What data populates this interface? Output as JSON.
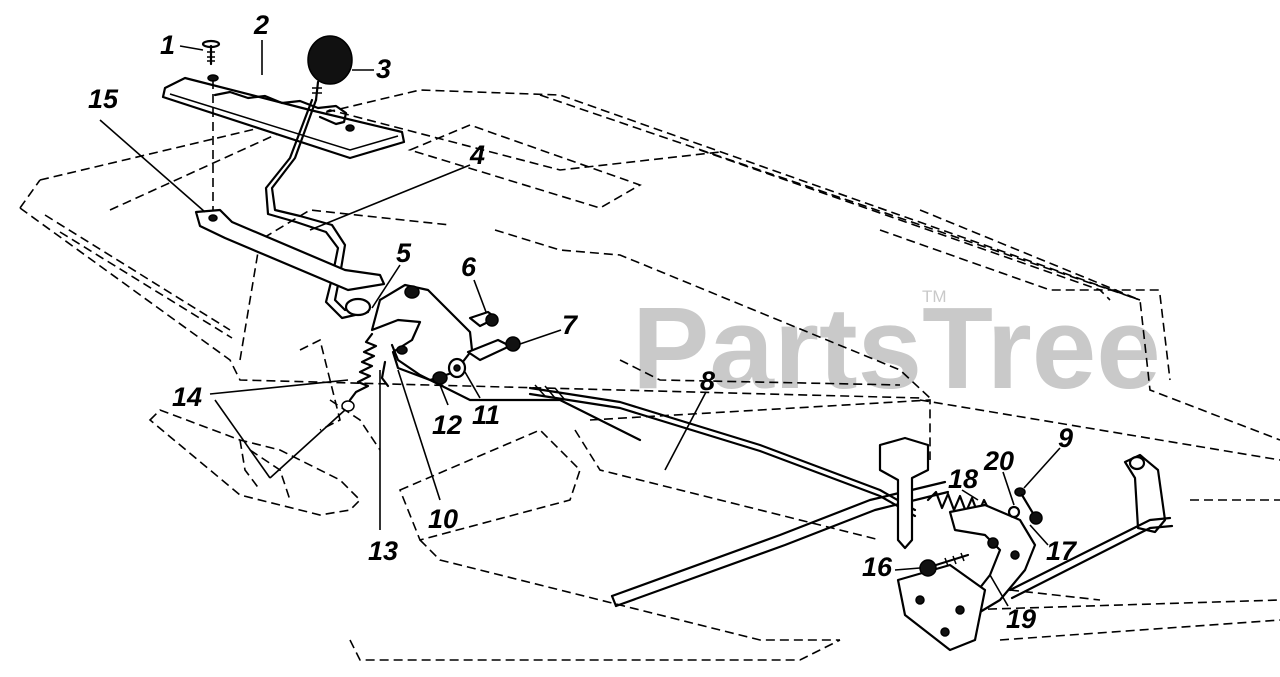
{
  "watermark": {
    "text": "PartsTree",
    "trademark": "TM"
  },
  "callouts": [
    "1",
    "2",
    "3",
    "4",
    "5",
    "6",
    "7",
    "8",
    "9",
    "10",
    "11",
    "12",
    "13",
    "14",
    "15",
    "16",
    "17",
    "18",
    "19",
    "20"
  ]
}
